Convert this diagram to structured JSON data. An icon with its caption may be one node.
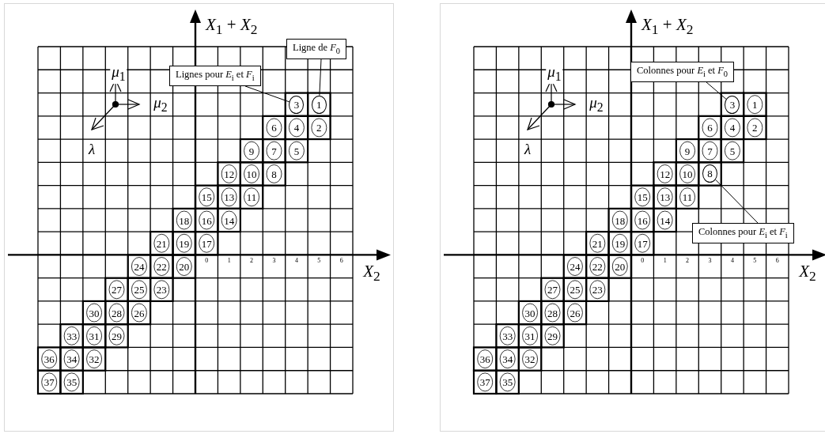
{
  "diagram": {
    "nodes": [
      {
        "text": [
          "Ligne de *F*$_{0}$"
        ]
      },
      {
        "text": [
          "Lignes pour *E*$_{i}$ et *F*$_{i}$"
        ]
      },
      {
        "text": [
          "3"
        ]
      },
      {
        "text": [
          "1"
        ]
      },
      {
        "text": [
          "Colonnes pour *E*$_{i}$ et *F*$_{0}$"
        ]
      },
      {
        "text": [
          "3"
        ]
      },
      {
        "text": [
          "8"
        ]
      },
      {
        "text": [
          "Colonnes pour *E*$_{i}$ et *F*$_{i}$"
        ]
      }
    ],
    "edges": [
      {
        "from": 0,
        "to": 3,
        "arrow": "none"
      },
      {
        "from": 1,
        "to": 2,
        "arrow": "none"
      },
      {
        "from": 4,
        "to": 5,
        "arrow": "none"
      },
      {
        "from": 7,
        "to": 6,
        "arrow": "none"
      }
    ],
    "labels": [
      "*X*$_{1}$ + *X*$_{2}$",
      "*μ*$_{1}$",
      "*μ*$_{2}$",
      "*λ*",
      "6",
      "4",
      "2",
      "9",
      "7",
      "5",
      "12",
      "10",
      "8",
      "15",
      "13",
      "11",
      "18",
      "16",
      "14",
      "21",
      "19",
      "17",
      "24",
      "22",
      "20",
      "27",
      "25",
      "23",
      "30",
      "28",
      "26",
      "33",
      "31",
      "29",
      "36",
      "34",
      "32",
      "37",
      "35",
      "0",
      "1",
      "2",
      "3",
      "4",
      "5",
      "6",
      "*X*$_{2}$",
      "*X*$_{1}$ + *X*$_{2}$",
      "*μ*$_{1}$",
      "*μ*$_{2}$",
      "*λ*",
      "1",
      "6",
      "4",
      "2",
      "9",
      "7",
      "5",
      "12",
      "10",
      "15",
      "13",
      "11",
      "18",
      "16",
      "14",
      "21",
      "19",
      "17",
      "24",
      "22",
      "20",
      "27",
      "25",
      "23",
      "30",
      "28",
      "26",
      "33",
      "31",
      "29",
      "36",
      "34",
      "32",
      "37",
      "35",
      "0",
      "1",
      "2",
      "3",
      "4",
      "5",
      "6",
      "*X*$_{2}$"
    ]
  }
}
